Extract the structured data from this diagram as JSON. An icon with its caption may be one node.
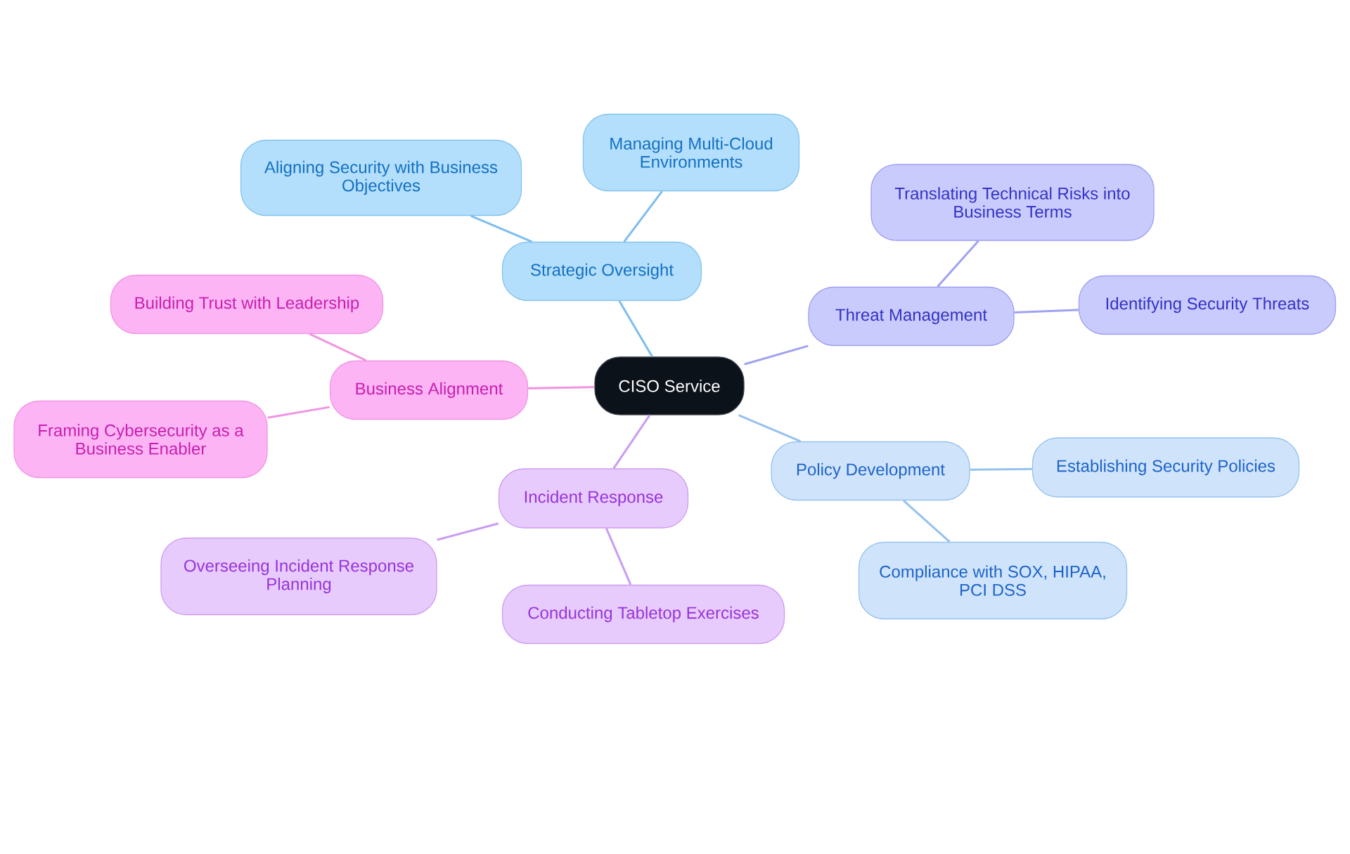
{
  "diagram": {
    "nodes": [
      {
        "text": [
          "CISO Service"
        ]
      },
      {
        "text": [
          "Strategic Oversight"
        ]
      },
      {
        "text": [
          "Aligning Security with Business Objectives"
        ]
      },
      {
        "text": [
          "Managing Multi-Cloud Environments"
        ]
      },
      {
        "text": [
          "Threat Management"
        ]
      },
      {
        "text": [
          "Translating Technical Risks into Business Terms"
        ]
      },
      {
        "text": [
          "Identifying Security Threats"
        ]
      },
      {
        "text": [
          "Policy Development"
        ]
      },
      {
        "text": [
          "Establishing Security Policies"
        ]
      },
      {
        "text": [
          "Compliance with SOX, HIPAA, PCI DSS"
        ]
      },
      {
        "text": [
          "Incident Response"
        ]
      },
      {
        "text": [
          "Overseeing Incident Response Planning"
        ]
      },
      {
        "text": [
          "Conducting Tabletop Exercises"
        ]
      },
      {
        "text": [
          "Business Alignment"
        ]
      },
      {
        "text": [
          "Building Trust with Leadership"
        ]
      },
      {
        "text": [
          "Framing Cybersecurity as a Business Enabler"
        ]
      }
    ],
    "edges": [
      {
        "from": 0,
        "to": 1,
        "arrow": "none",
        "color": "#7cbdf0"
      },
      {
        "from": 1,
        "to": 2,
        "arrow": "none",
        "color": "#7cbdf0"
      },
      {
        "from": 1,
        "to": 3,
        "arrow": "none",
        "color": "#7cbdf0"
      },
      {
        "from": 0,
        "to": 4,
        "arrow": "none",
        "color": "#9fa2f2"
      },
      {
        "from": 4,
        "to": 5,
        "arrow": "none",
        "color": "#9fa2f2"
      },
      {
        "from": 4,
        "to": 6,
        "arrow": "none",
        "color": "#9fa2f2"
      },
      {
        "from": 0,
        "to": 7,
        "arrow": "none",
        "color": "#96c1ef"
      },
      {
        "from": 7,
        "to": 8,
        "arrow": "none",
        "color": "#96c1ef"
      },
      {
        "from": 7,
        "to": 9,
        "arrow": "none",
        "color": "#96c1ef"
      },
      {
        "from": 0,
        "to": 10,
        "arrow": "none",
        "color": "#c99df2"
      },
      {
        "from": 10,
        "to": 11,
        "arrow": "none",
        "color": "#c99df2"
      },
      {
        "from": 10,
        "to": 12,
        "arrow": "none",
        "color": "#c99df2"
      },
      {
        "from": 0,
        "to": 13,
        "arrow": "none",
        "color": "#f094e2"
      },
      {
        "from": 13,
        "to": 14,
        "arrow": "none",
        "color": "#f094e2"
      },
      {
        "from": 13,
        "to": 15,
        "arrow": "none",
        "color": "#f094e2"
      }
    ]
  }
}
